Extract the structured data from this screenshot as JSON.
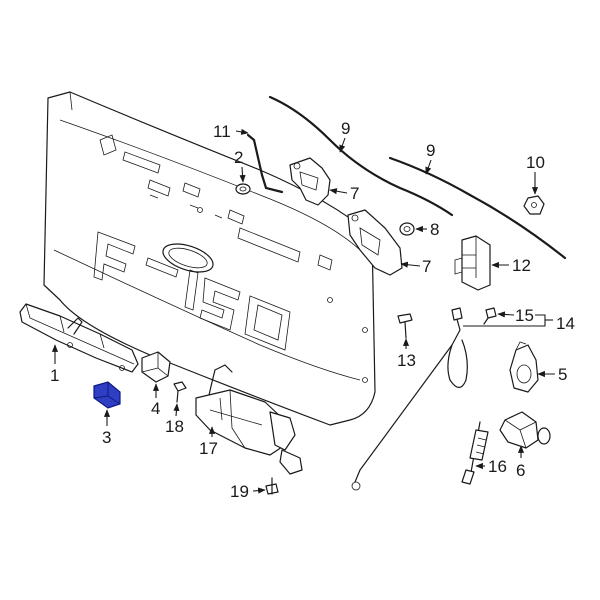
{
  "callouts": {
    "c1": "1",
    "c2": "2",
    "c3": "3",
    "c4": "4",
    "c5": "5",
    "c6": "6",
    "c7a": "7",
    "c7b": "7",
    "c8": "8",
    "c9a": "9",
    "c9b": "9",
    "c10": "10",
    "c11": "11",
    "c12": "12",
    "c13": "13",
    "c14": "14",
    "c15": "15",
    "c16": "16",
    "c17": "17",
    "c18": "18",
    "c19": "19"
  },
  "colors": {
    "highlight": "#2f3fc4",
    "line": "#1a1a1a"
  }
}
